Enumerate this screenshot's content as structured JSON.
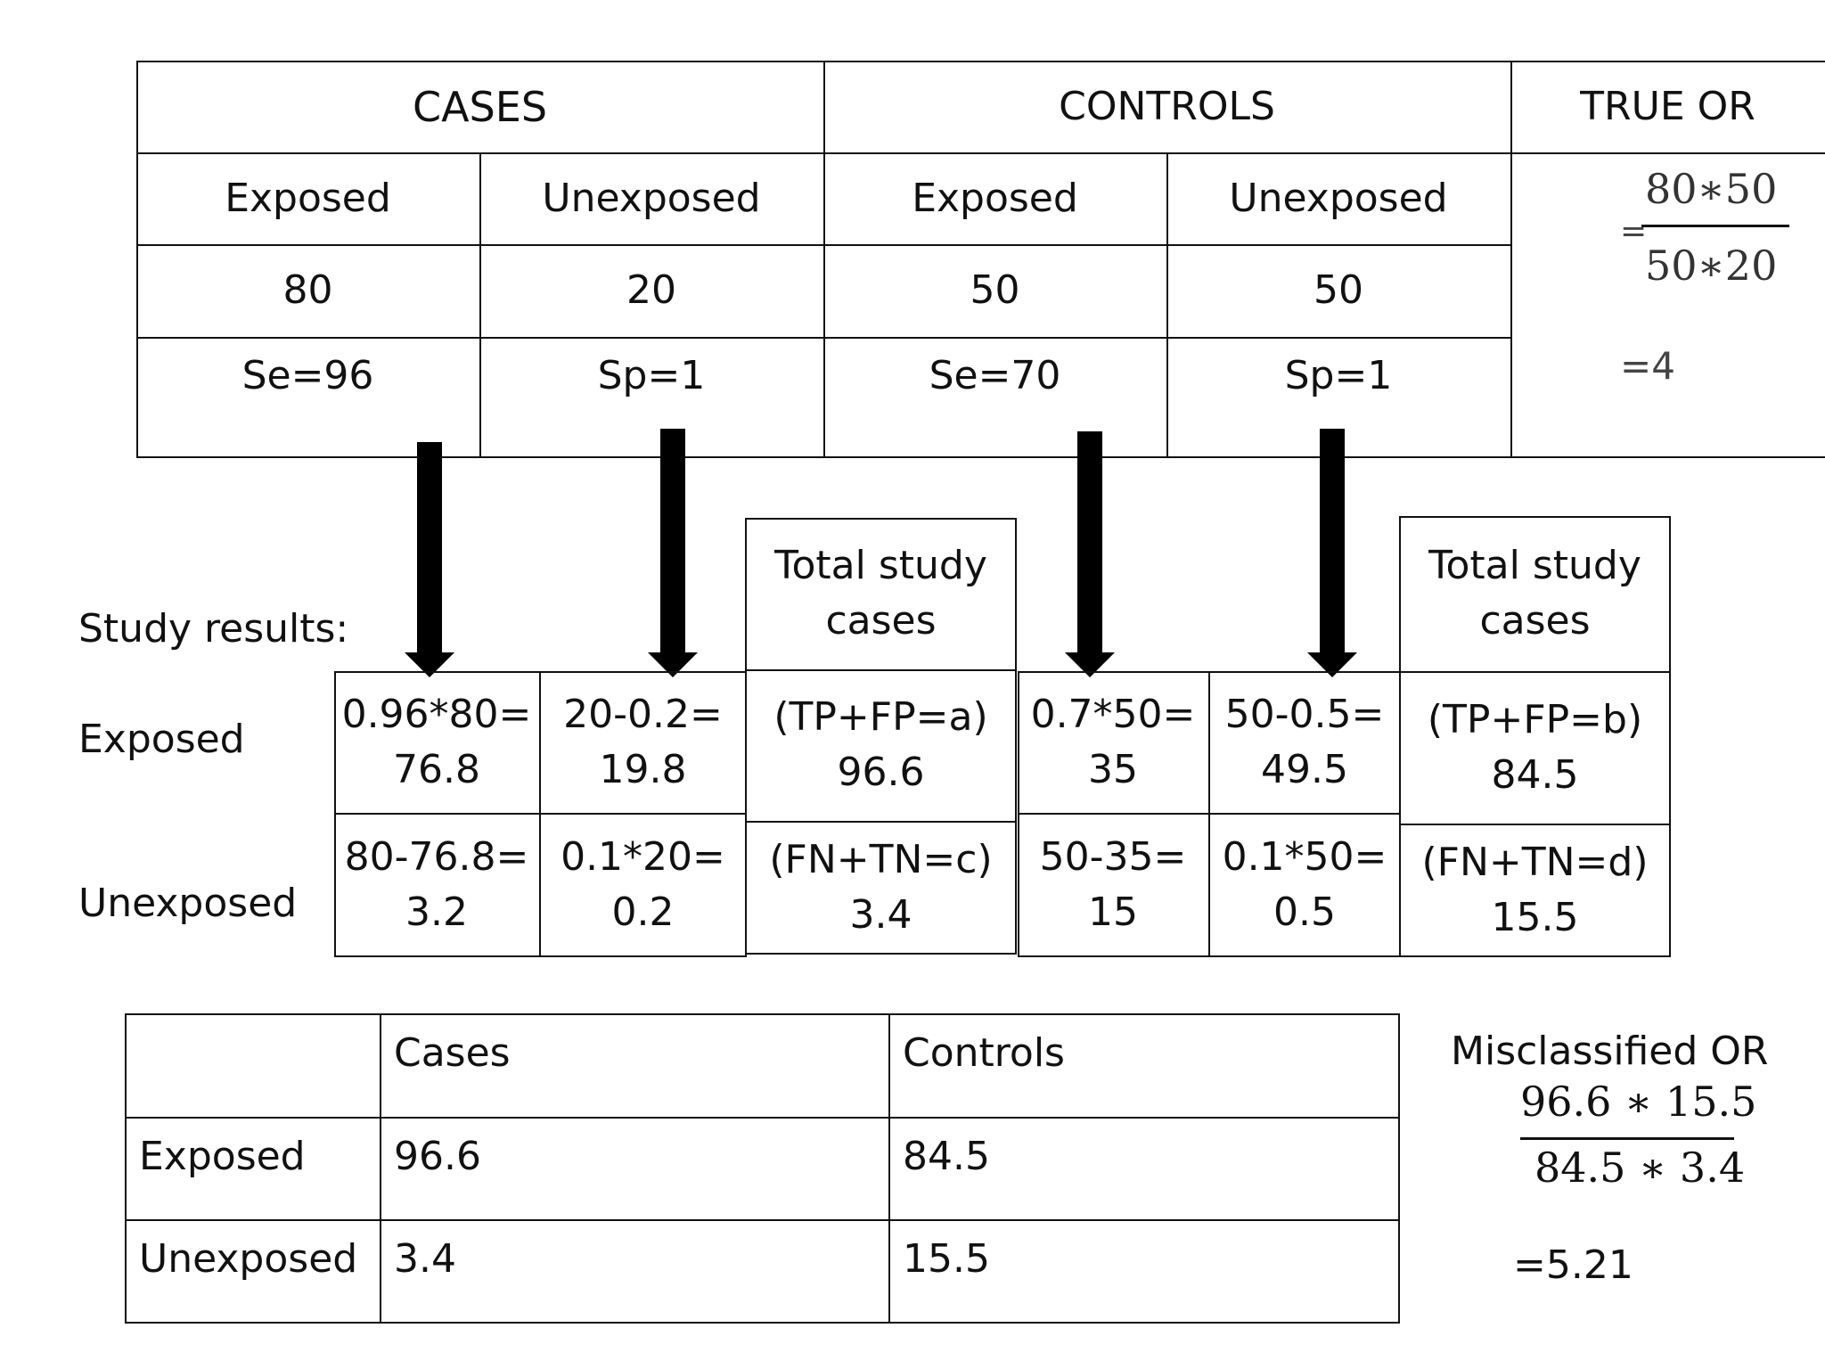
{
  "top_table": {
    "cases_header": "CASES",
    "controls_header": "CONTROLS",
    "true_or_header": "TRUE OR",
    "col_labels": [
      "Exposed",
      "Unexposed",
      "Exposed",
      "Unexposed"
    ],
    "counts": [
      "80",
      "20",
      "50",
      "50"
    ],
    "params": [
      "Se=96",
      "Sp=1",
      "Se=70",
      "Sp=1"
    ],
    "true_or": {
      "eq": "=",
      "numerator": "80∗50",
      "denominator": "50∗20",
      "result": "=4"
    }
  },
  "study_results": {
    "title": "Study results:",
    "row_exposed": "Exposed",
    "row_unexposed": "Unexposed",
    "cases_cells": {
      "exp_exp": "0.96*80=\n76.8",
      "exp_unexp": "20-0.2=\n19.8",
      "unexp_exp": "80-76.8=\n3.2",
      "unexp_unexp": "0.1*20=\n0.2"
    },
    "cases_total_header": "Total study\ncases",
    "cases_total_exposed": "(TP+FP=a)\n96.6",
    "cases_total_unexposed": "(FN+TN=c)\n3.4",
    "controls_cells": {
      "exp_exp": "0.7*50=\n35",
      "exp_unexp": "50-0.5=\n49.5",
      "unexp_exp": "50-35=\n15",
      "unexp_unexp": "0.1*50=\n0.5"
    },
    "controls_total_header": "Total study\ncases",
    "controls_total_exposed": "(TP+FP=b)\n84.5",
    "controls_total_unexposed": "(FN+TN=d)\n15.5"
  },
  "summary_table": {
    "headers": [
      "",
      "Cases",
      "Controls"
    ],
    "rows": [
      [
        "Exposed",
        "96.6",
        "84.5"
      ],
      [
        "Unexposed",
        "3.4",
        "15.5"
      ]
    ]
  },
  "misclassified_or": {
    "label": "Misclassified OR",
    "numerator": "96.6 ∗ 15.5",
    "denominator": "84.5 ∗ 3.4",
    "result": "=5.21"
  }
}
